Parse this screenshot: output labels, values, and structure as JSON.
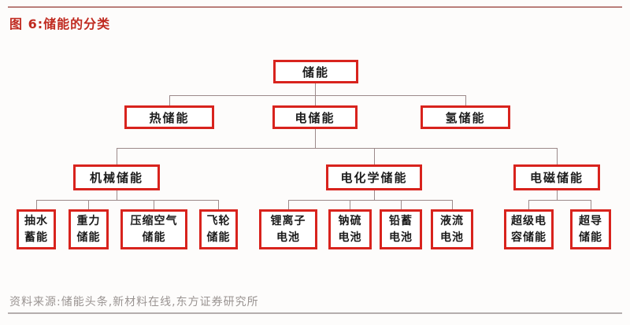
{
  "title": "图 6:储能的分类",
  "source": "资料来源:储能头条,新材料在线,东方证券研究所",
  "colors": {
    "box_border_red": "#d8231d",
    "title_red": "#c02a20",
    "connector_gray": "#9c8a8a",
    "top_rule": "#b97e7a",
    "bottom_rule": "#b5aeae",
    "source_text": "#9a9492"
  },
  "tree": {
    "root": {
      "label": "储能"
    },
    "level2": [
      {
        "label": "热储能"
      },
      {
        "label": "电储能"
      },
      {
        "label": "氢储能"
      }
    ],
    "level3": [
      {
        "label": "机械储能"
      },
      {
        "label": "电化学储能"
      },
      {
        "label": "电磁储能"
      }
    ],
    "leaves": {
      "mechanical": [
        {
          "label": "抽水\n蓄能"
        },
        {
          "label": "重力\n储能"
        },
        {
          "label": "压缩空气\n储能"
        },
        {
          "label": "飞轮\n储能"
        }
      ],
      "electrochemical": [
        {
          "label": "锂离子\n电池"
        },
        {
          "label": "钠硫\n电池"
        },
        {
          "label": "铅蓄\n电池"
        },
        {
          "label": "液流\n电池"
        }
      ],
      "electromagnetic": [
        {
          "label": "超级电\n容储能"
        },
        {
          "label": "超导\n储能"
        }
      ]
    }
  }
}
